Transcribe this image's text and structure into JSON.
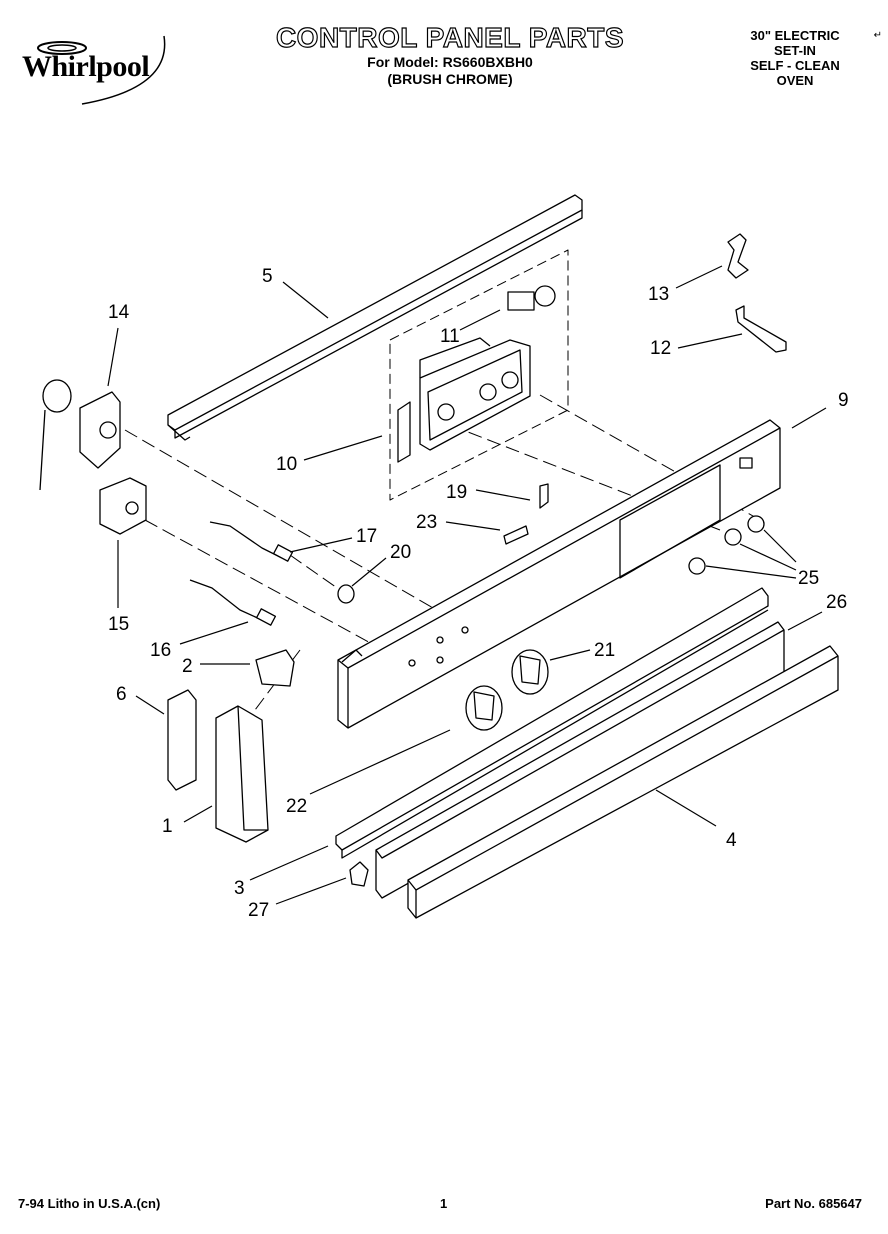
{
  "header": {
    "brand": "Whirlpool",
    "title": "CONTROL PANEL PARTS",
    "model_line": "For Model: RS660BXBH0",
    "finish_line": "(BRUSH CHROME)",
    "oven_type": [
      "30\" ELECTRIC",
      "SET-IN",
      "SELF - CLEAN",
      "OVEN"
    ]
  },
  "callouts": [
    "1",
    "2",
    "3",
    "4",
    "5",
    "6",
    "9",
    "10",
    "11",
    "12",
    "13",
    "14",
    "15",
    "16",
    "17",
    "19",
    "20",
    "21",
    "22",
    "23",
    "25",
    "26",
    "27"
  ],
  "footer": {
    "litho": "7-94 Litho in U.S.A.(cn)",
    "page": "1",
    "part_no": "Part No. 685647"
  }
}
